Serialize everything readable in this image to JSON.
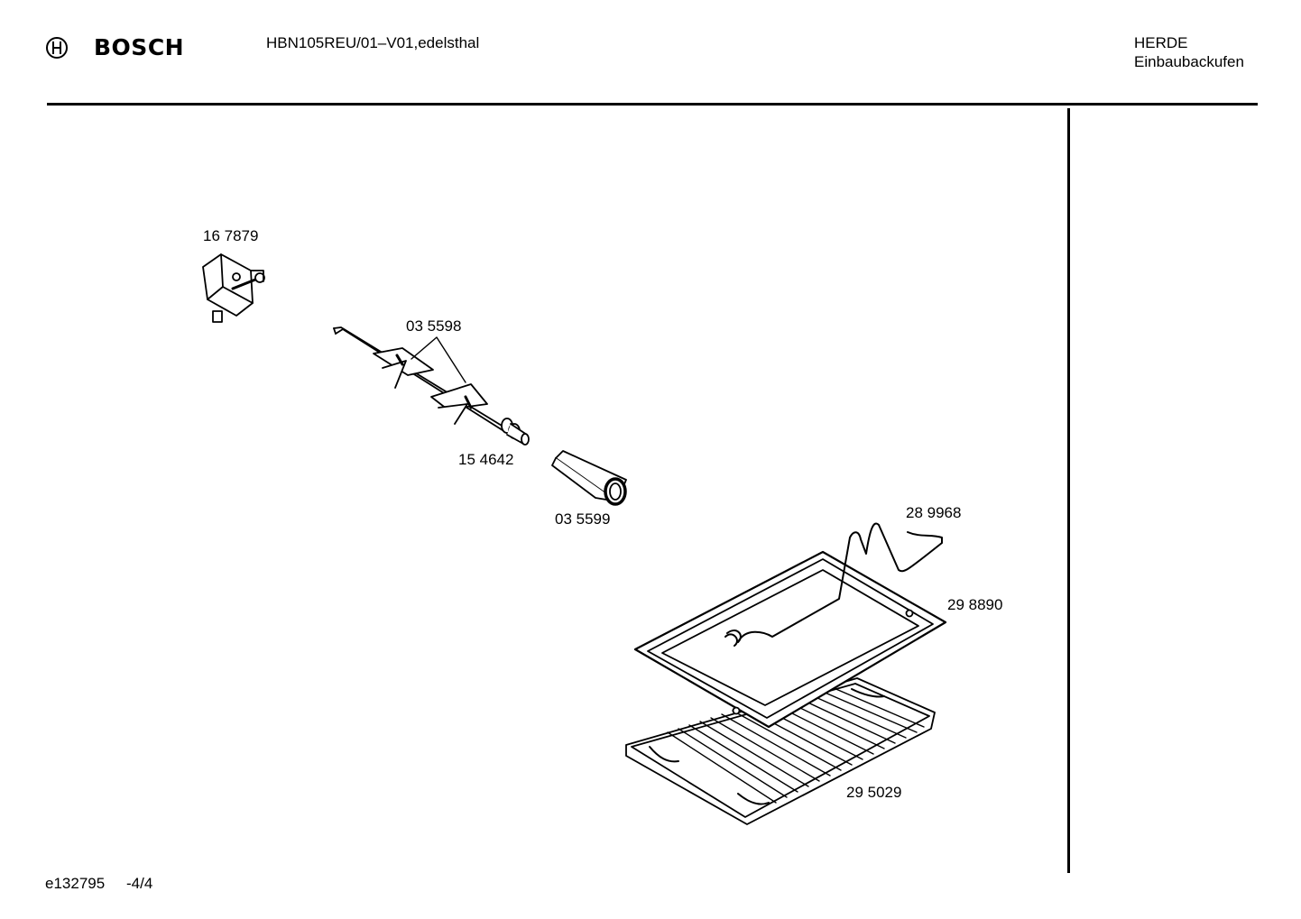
{
  "header": {
    "brand": "BOSCH",
    "model": "HBN105REU/01–V01,edelsthal",
    "category_line1": "HERDE",
    "category_line2": "Einbaubackufen"
  },
  "parts": [
    {
      "id": "p1",
      "label": "16 7879"
    },
    {
      "id": "p2",
      "label": "03 5598"
    },
    {
      "id": "p3",
      "label": "15 4642"
    },
    {
      "id": "p4",
      "label": "03 5599"
    },
    {
      "id": "p5",
      "label": "28 9968"
    },
    {
      "id": "p6",
      "label": "29 8890"
    },
    {
      "id": "p7",
      "label": "29 5029"
    }
  ],
  "footer": {
    "drawing_id": "e132795",
    "page": "-4/4"
  }
}
